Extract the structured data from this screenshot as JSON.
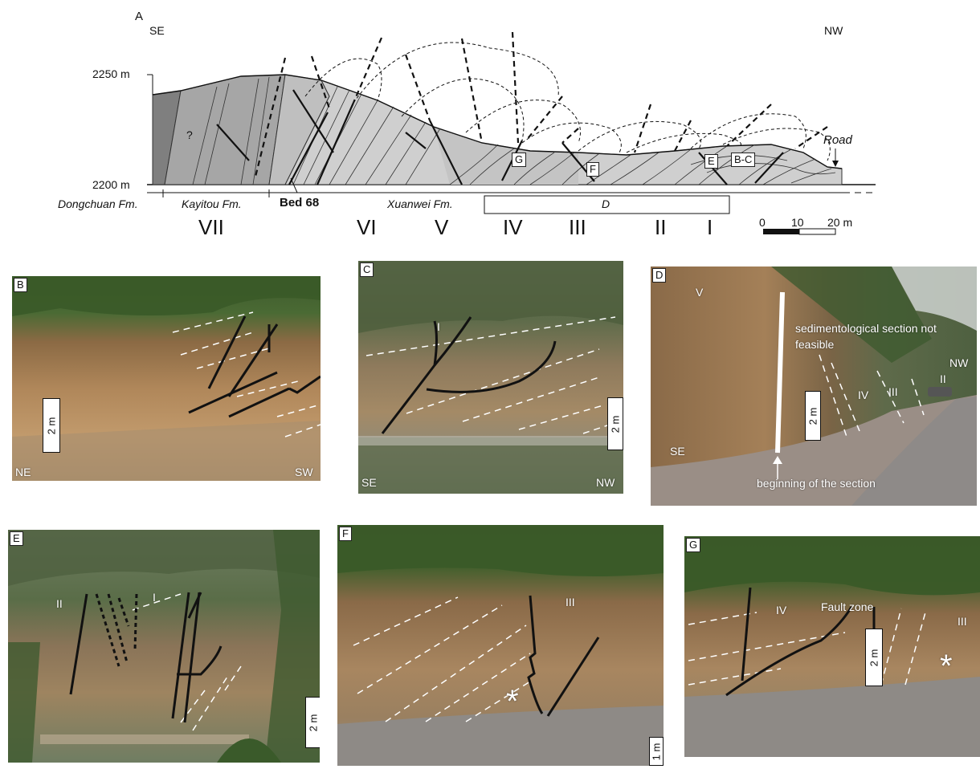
{
  "section": {
    "panel_letter": "A",
    "dir_left": "SE",
    "dir_right": "NW",
    "elev_top": "2250 m",
    "elev_bottom": "2200 m",
    "question": "?",
    "road": "Road",
    "bed68": "Bed 68",
    "formations": [
      "Dongchuan Fm.",
      "Kayitou Fm.",
      "Xuanwei Fm."
    ],
    "loc_labels": [
      "G",
      "F",
      "E",
      "B-C"
    ],
    "d_box": "D",
    "units": [
      "VII",
      "VI",
      "V",
      "IV",
      "III",
      "II",
      "I"
    ],
    "scale": {
      "ticks": [
        "0",
        "10",
        "20 m"
      ]
    }
  },
  "photos": {
    "B": {
      "letter": "B",
      "left": "NE",
      "right": "SW",
      "scale": "2 m"
    },
    "C": {
      "letter": "C",
      "unit": "I",
      "left": "SE",
      "right": "NW",
      "scale": "2 m"
    },
    "D": {
      "letter": "D",
      "unit_v": "V",
      "note": "sedimentological section not feasible",
      "unit_iv": "IV",
      "unit_iii": "III",
      "unit_ii": "II",
      "nw": "NW",
      "se": "SE",
      "scale": "2 m",
      "caption": "beginning of the section"
    },
    "E": {
      "letter": "E",
      "unit_ii": "II",
      "unit_i": "I",
      "scale": "2 m"
    },
    "F": {
      "letter": "F",
      "unit_iii": "III",
      "star": "*",
      "scale": "1 m"
    },
    "G": {
      "letter": "G",
      "unit_iv": "IV",
      "fault_zone": "Fault zone",
      "unit_iii": "III",
      "star": "*",
      "scale": "2 m"
    }
  }
}
